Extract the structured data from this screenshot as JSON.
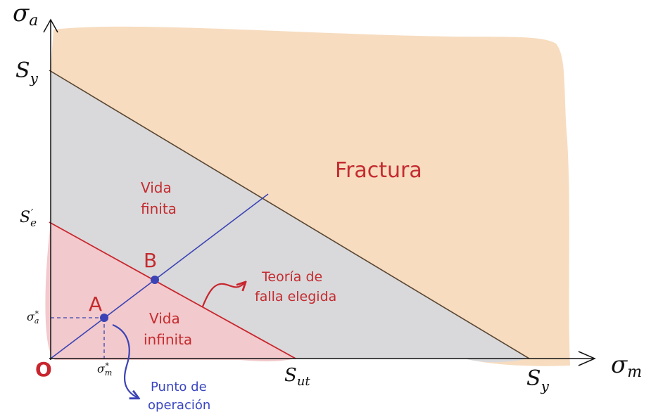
{
  "axes": {
    "y_symbol": "σ",
    "y_sub": "a",
    "x_symbol": "σ",
    "x_sub": "m",
    "origin": "O"
  },
  "ticks": {
    "sy_left": {
      "main": "S",
      "sub": "y"
    },
    "se_prime": {
      "main": "S",
      "sub": "e",
      "sup": "′"
    },
    "sigma_a_star": {
      "main": "σ",
      "sub": "a",
      "sup": "*"
    },
    "sigma_m_star": {
      "main": "σ",
      "sub": "m",
      "sup": "*"
    },
    "sut": {
      "main": "S",
      "sub": "ut"
    },
    "sy_bottom": {
      "main": "S",
      "sub": "y"
    }
  },
  "regions": {
    "fractura": "Fractura",
    "vida_finita": [
      "Vida",
      "finita"
    ],
    "vida_infinita": [
      "Vida",
      "infinita"
    ]
  },
  "points": {
    "a": "A",
    "b": "B"
  },
  "annotations": {
    "teoria": [
      "Teoría de",
      "falla elegida"
    ],
    "punto": [
      "Punto de",
      "operación"
    ]
  },
  "colors": {
    "fractura_fill": "#f7dcbf",
    "finite_fill": "#d9d9db",
    "infinite_fill": "#f2c9cc",
    "red_line": "#c8262e",
    "red_text": "#c42b2f",
    "blue_line": "#3b43b5",
    "blue_text": "#3a46c0",
    "yield_line": "#5a4632",
    "axis": "#111111"
  }
}
